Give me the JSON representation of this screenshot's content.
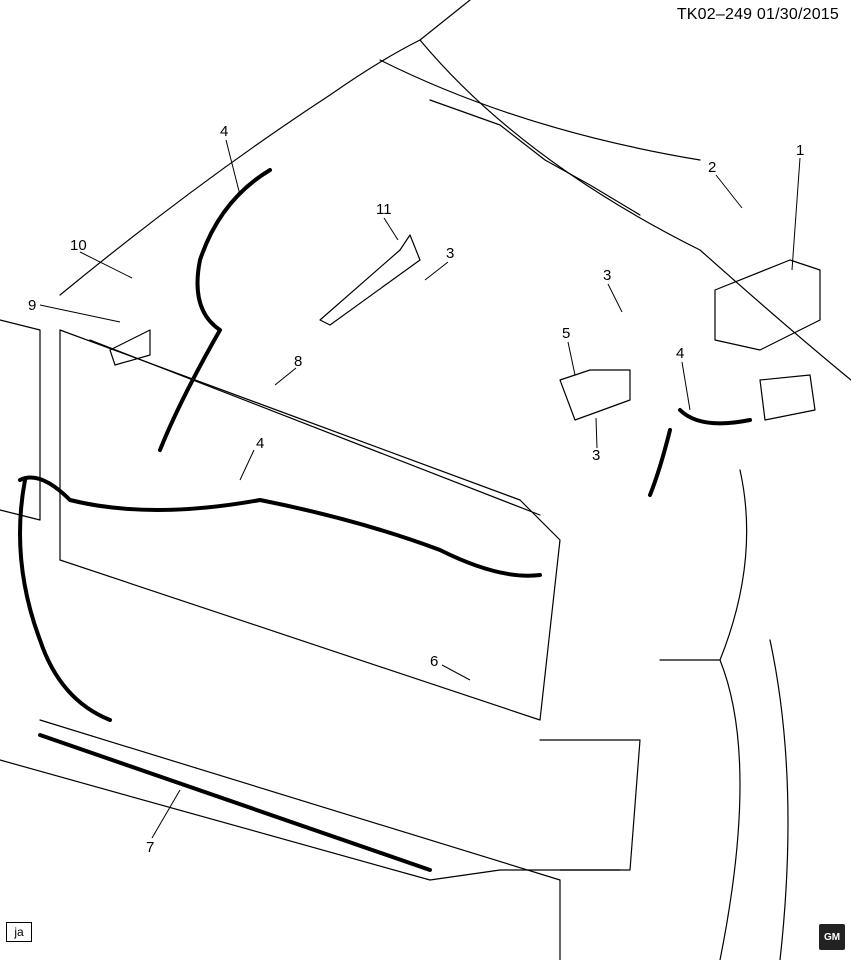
{
  "header": {
    "code": "TK02–249  01/30/2015"
  },
  "callouts": [
    "1",
    "2",
    "3",
    "3",
    "3",
    "4",
    "4",
    "4",
    "5",
    "6",
    "7",
    "8",
    "9",
    "10",
    "11"
  ],
  "footer": {
    "ja": "ja",
    "logo": "GM"
  },
  "colors": {
    "line": "#000000",
    "shade": "#444444"
  }
}
